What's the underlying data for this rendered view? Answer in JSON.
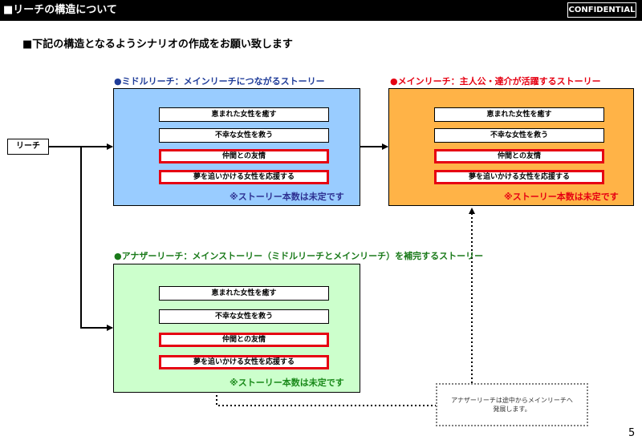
{
  "header": {
    "title": "■リーチの構造について",
    "confidential": "CONFIDENTIAL"
  },
  "subtitle": "■下記の構造となるようシナリオの作成をお願い致します",
  "reach_label": "リーチ",
  "middle": {
    "title": "●ミドルリーチ：メインリーチにつながるストーリー",
    "items": [
      "恵まれた女性を癒す",
      "不幸な女性を救う",
      "仲間との友情",
      "夢を追いかける女性を応援する"
    ],
    "note": "※ストーリー本数は未定です"
  },
  "main": {
    "title": "●メインリーチ：主人公・達介が活躍するストーリー",
    "items": [
      "恵まれた女性を癒す",
      "不幸な女性を救う",
      "仲間との友情",
      "夢を追いかける女性を応援する"
    ],
    "note": "※ストーリー本数は未定です"
  },
  "other": {
    "title": "●アナザーリーチ：メインストーリー（ミドルリーチとメインリーチ）を補完するストーリー",
    "items": [
      "恵まれた女性を癒す",
      "不幸な女性を救う",
      "仲間との友情",
      "夢を追いかける女性を応援する"
    ],
    "note": "※ストーリー本数は未定です"
  },
  "callout": "アナザーリーチは途中からメインリーチへ発展します。",
  "page_number": "5",
  "colors": {
    "middle_fill": "#99ccff",
    "middle_title": "#1f3c99",
    "middle_note": "#2e3192",
    "main_fill": "#ffb347",
    "main_title": "#e60012",
    "main_note": "#e60012",
    "other_fill": "#ccffcc",
    "other_title": "#1a7a1a",
    "other_note": "#1a8a1a",
    "highlight_border": "#e60012"
  }
}
